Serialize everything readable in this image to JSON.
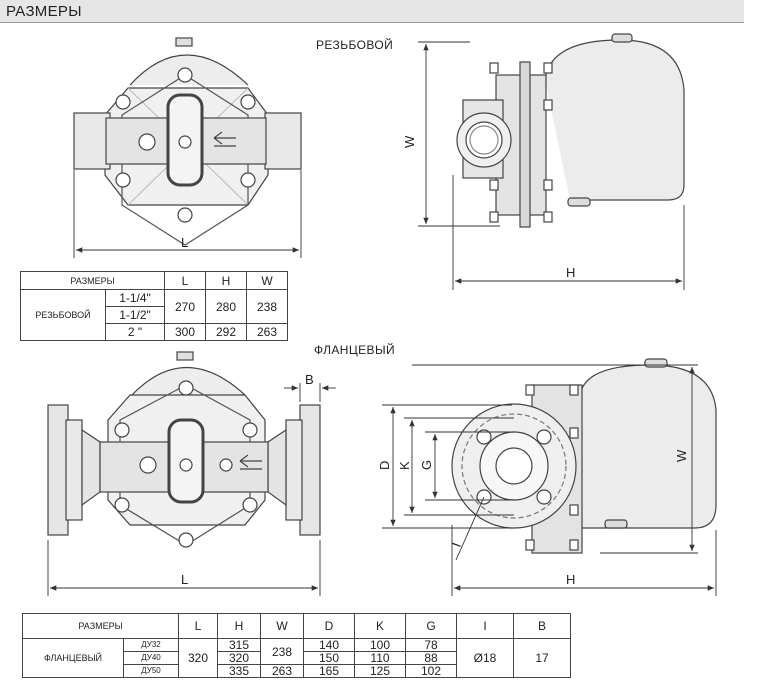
{
  "header": {
    "title": "РАЗМЕРЫ"
  },
  "captions": {
    "threaded": "РЕЗЬБОВОЙ",
    "flanged": "ФЛАНЦЕВЫЙ"
  },
  "dimensions": {
    "L": "L",
    "H": "H",
    "W": "W",
    "B": "B",
    "D": "D",
    "K": "K",
    "G": "G",
    "I": "I"
  },
  "table_threaded": {
    "headers": [
      "РАЗМЕРЫ",
      "L",
      "H",
      "W"
    ],
    "row_label": "РЕЗЬБОВОЙ",
    "rows": [
      {
        "size": "1-1/4\"",
        "L": "270",
        "H": "280",
        "W": "238"
      },
      {
        "size": "1-1/2\""
      },
      {
        "size": "2 \"",
        "L": "300",
        "H": "292",
        "W": "263"
      }
    ]
  },
  "table_flanged": {
    "headers": [
      "РАЗМЕРЫ",
      "L",
      "H",
      "W",
      "D",
      "K",
      "G",
      "I",
      "B"
    ],
    "row_label": "ФЛАНЦЕВЫЙ",
    "L": "320",
    "I": "Ø18",
    "B": "17",
    "rows": [
      {
        "size": "ДУ32",
        "H": "315",
        "W": "238",
        "D": "140",
        "K": "100",
        "G": "78"
      },
      {
        "size": "ДУ40",
        "H": "320",
        "D": "150",
        "K": "110",
        "G": "88"
      },
      {
        "size": "ДУ50",
        "H": "335",
        "W": "263",
        "D": "165",
        "K": "125",
        "G": "102"
      }
    ]
  }
}
